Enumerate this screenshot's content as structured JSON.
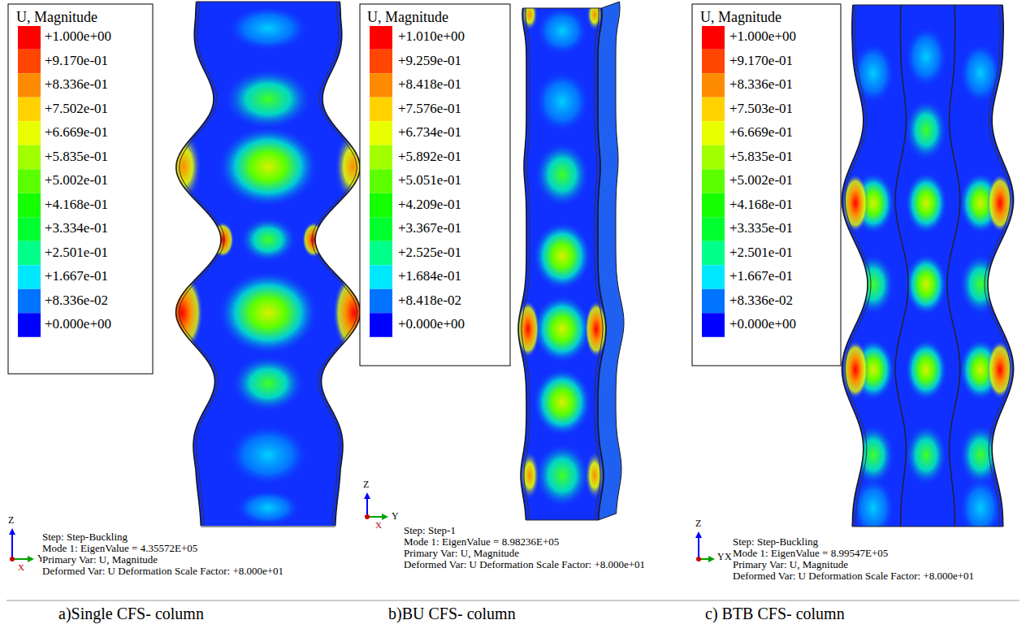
{
  "diagram": {
    "labels": [
      "U, Magnitude",
      "Z",
      "Y",
      "X",
      "Step: Step-Buckling",
      "Mode 1: EigenValue = 4.35572E+05",
      "Primary Var: U, Magnitude",
      "Deformed Var: U Deformation Scale Factor: +8.000e+01",
      "a)Single CFS- column",
      "U, Magnitude",
      "Z",
      "X",
      "Y",
      "Step: Step-1",
      "Mode 1: EigenValue = 8.98236E+05",
      "Primary Var: U, Magnitude",
      "Deformed Var: U Deformation Scale Factor: +8.000e+01",
      "b)BU CFS- column",
      "U, Magnitude",
      "Z",
      "Y",
      "X",
      "Step: Step-Buckling",
      "Mode 1: EigenValue = 8.99547E+05",
      "Primary Var: U, Magnitude",
      "Deformed Var: U Deformation Scale Factor: +8.000e+01",
      "c) BTB CFS- column"
    ],
    "legend": [
      {
        "text": "+1.000e+00",
        "color": "#ff0000"
      },
      {
        "text": "+9.170e-01",
        "color": "#ff4600"
      },
      {
        "text": "+8.336e-01",
        "color": "#ff8c00"
      },
      {
        "text": "+7.502e-01",
        "color": "#ffd200"
      },
      {
        "text": "+6.669e-01",
        "color": "#e8ff00"
      },
      {
        "text": "+5.835e-01",
        "color": "#a2ff00"
      },
      {
        "text": "+5.002e-01",
        "color": "#5cff00"
      },
      {
        "text": "+4.168e-01",
        "color": "#16ff00"
      },
      {
        "text": "+3.334e-01",
        "color": "#00ff2e"
      },
      {
        "text": "+2.501e-01",
        "color": "#00ff8b"
      },
      {
        "text": "+1.667e-01",
        "color": "#00e8ff"
      },
      {
        "text": "+8.336e-02",
        "color": "#0074ff"
      },
      {
        "text": "+0.000e+00",
        "color": "#0000ff"
      },
      {
        "text": "+1.010e+00",
        "color": "#ff0000"
      },
      {
        "text": "+9.259e-01",
        "color": "#ff4600"
      },
      {
        "text": "+8.418e-01",
        "color": "#ff8c00"
      },
      {
        "text": "+7.576e-01",
        "color": "#ffd200"
      },
      {
        "text": "+6.734e-01",
        "color": "#e8ff00"
      },
      {
        "text": "+5.892e-01",
        "color": "#a2ff00"
      },
      {
        "text": "+5.051e-01",
        "color": "#5cff00"
      },
      {
        "text": "+4.209e-01",
        "color": "#16ff00"
      },
      {
        "text": "+3.367e-01",
        "color": "#00ff2e"
      },
      {
        "text": "+2.525e-01",
        "color": "#00ff8b"
      },
      {
        "text": "+1.684e-01",
        "color": "#00e8ff"
      },
      {
        "text": "+8.418e-02",
        "color": "#0074ff"
      },
      {
        "text": "+0.000e+00",
        "color": "#0000ff"
      },
      {
        "text": "+1.000e+00",
        "color": "#ff0000"
      },
      {
        "text": "+9.170e-01",
        "color": "#ff4600"
      },
      {
        "text": "+8.336e-01",
        "color": "#ff8c00"
      },
      {
        "text": "+7.503e-01",
        "color": "#ffd200"
      },
      {
        "text": "+6.669e-01",
        "color": "#e8ff00"
      },
      {
        "text": "+5.835e-01",
        "color": "#a2ff00"
      },
      {
        "text": "+5.002e-01",
        "color": "#5cff00"
      },
      {
        "text": "+4.168e-01",
        "color": "#16ff00"
      },
      {
        "text": "+3.335e-01",
        "color": "#00ff2e"
      },
      {
        "text": "+2.501e-01",
        "color": "#00ff8b"
      },
      {
        "text": "+1.667e-01",
        "color": "#00e8ff"
      },
      {
        "text": "+8.336e-02",
        "color": "#0074ff"
      },
      {
        "text": "+0.000e+00",
        "color": "#0000ff"
      }
    ]
  }
}
